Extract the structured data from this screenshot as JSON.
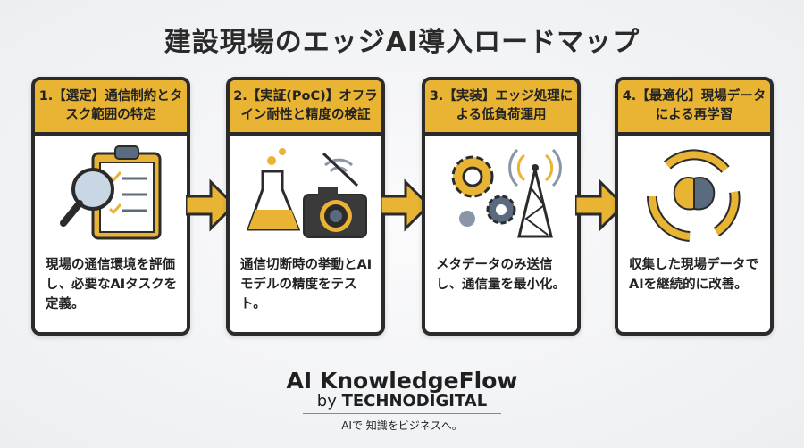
{
  "title": "建設現場のエッジAI導入ロードマップ",
  "colors": {
    "accent": "#e9b434",
    "border": "#2b2b2b",
    "slate": "#5a6b80"
  },
  "steps": [
    {
      "title": "1.【選定】通信制約とタスク範囲の特定",
      "desc": "現場の通信環境を評価し、必要なAIタスクを定義。",
      "icon": "clipboard-magnifier-icon"
    },
    {
      "title": "2.【実証(PoC)】オフライン耐性と精度の検証",
      "desc": "通信切断時の挙動とAIモデルの精度をテスト。",
      "icon": "flask-camera-no-wifi-icon"
    },
    {
      "title": "3.【実装】エッジ処理による低負荷運用",
      "desc": "メタデータのみ送信し、通信量を最小化。",
      "icon": "gears-tower-icon"
    },
    {
      "title": "4.【最適化】現場データによる再学習",
      "desc": "収集した現場データでAIを継続的に改善。",
      "icon": "brain-cycle-icon"
    }
  ],
  "brand": {
    "name": "AI KnowledgeFlow",
    "by": "by",
    "company": "TECHNODIGITAL",
    "tagline": "AIで 知識をビジネスへ。"
  }
}
